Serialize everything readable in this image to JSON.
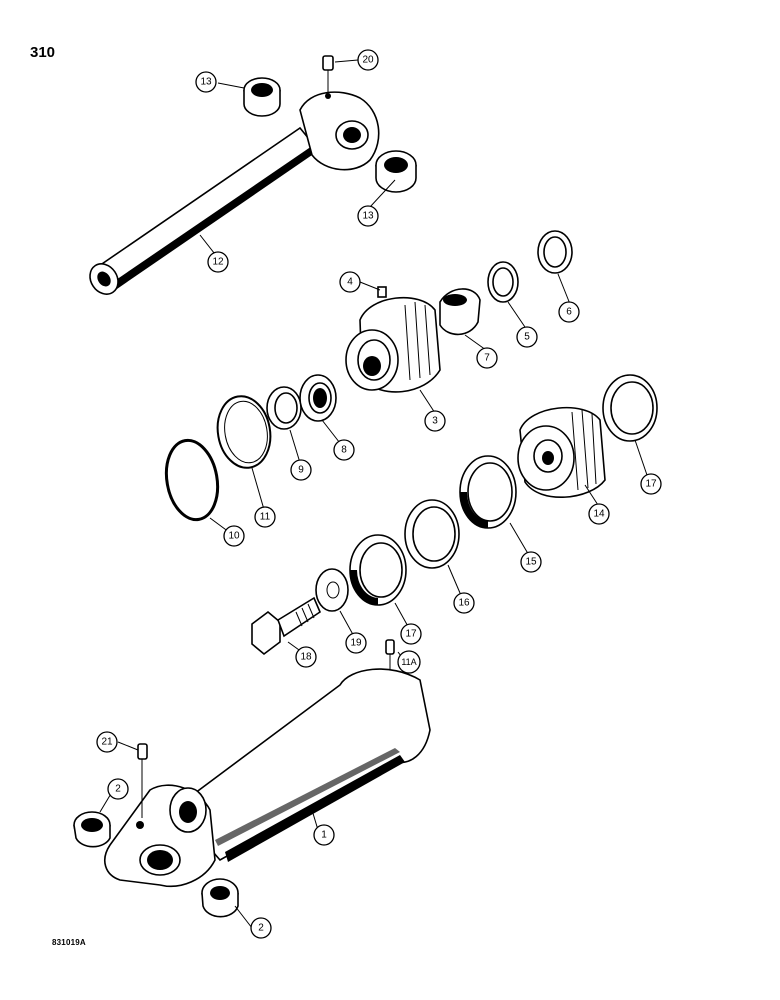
{
  "page_number": "310",
  "figure_code": "831019A",
  "callouts": [
    {
      "id": "c1",
      "label": "1"
    },
    {
      "id": "c2a",
      "label": "2"
    },
    {
      "id": "c2b",
      "label": "2"
    },
    {
      "id": "c3",
      "label": "3"
    },
    {
      "id": "c4",
      "label": "4"
    },
    {
      "id": "c5",
      "label": "5"
    },
    {
      "id": "c6",
      "label": "6"
    },
    {
      "id": "c7",
      "label": "7"
    },
    {
      "id": "c8",
      "label": "8"
    },
    {
      "id": "c9",
      "label": "9"
    },
    {
      "id": "c10",
      "label": "10"
    },
    {
      "id": "c11",
      "label": "11"
    },
    {
      "id": "c11a",
      "label": "11A"
    },
    {
      "id": "c12",
      "label": "12"
    },
    {
      "id": "c13a",
      "label": "13"
    },
    {
      "id": "c13b",
      "label": "13"
    },
    {
      "id": "c14",
      "label": "14"
    },
    {
      "id": "c15",
      "label": "15"
    },
    {
      "id": "c16",
      "label": "16"
    },
    {
      "id": "c17a",
      "label": "17"
    },
    {
      "id": "c17b",
      "label": "17"
    },
    {
      "id": "c18",
      "label": "18"
    },
    {
      "id": "c19",
      "label": "19"
    },
    {
      "id": "c20",
      "label": "20"
    },
    {
      "id": "c21",
      "label": "21"
    }
  ]
}
